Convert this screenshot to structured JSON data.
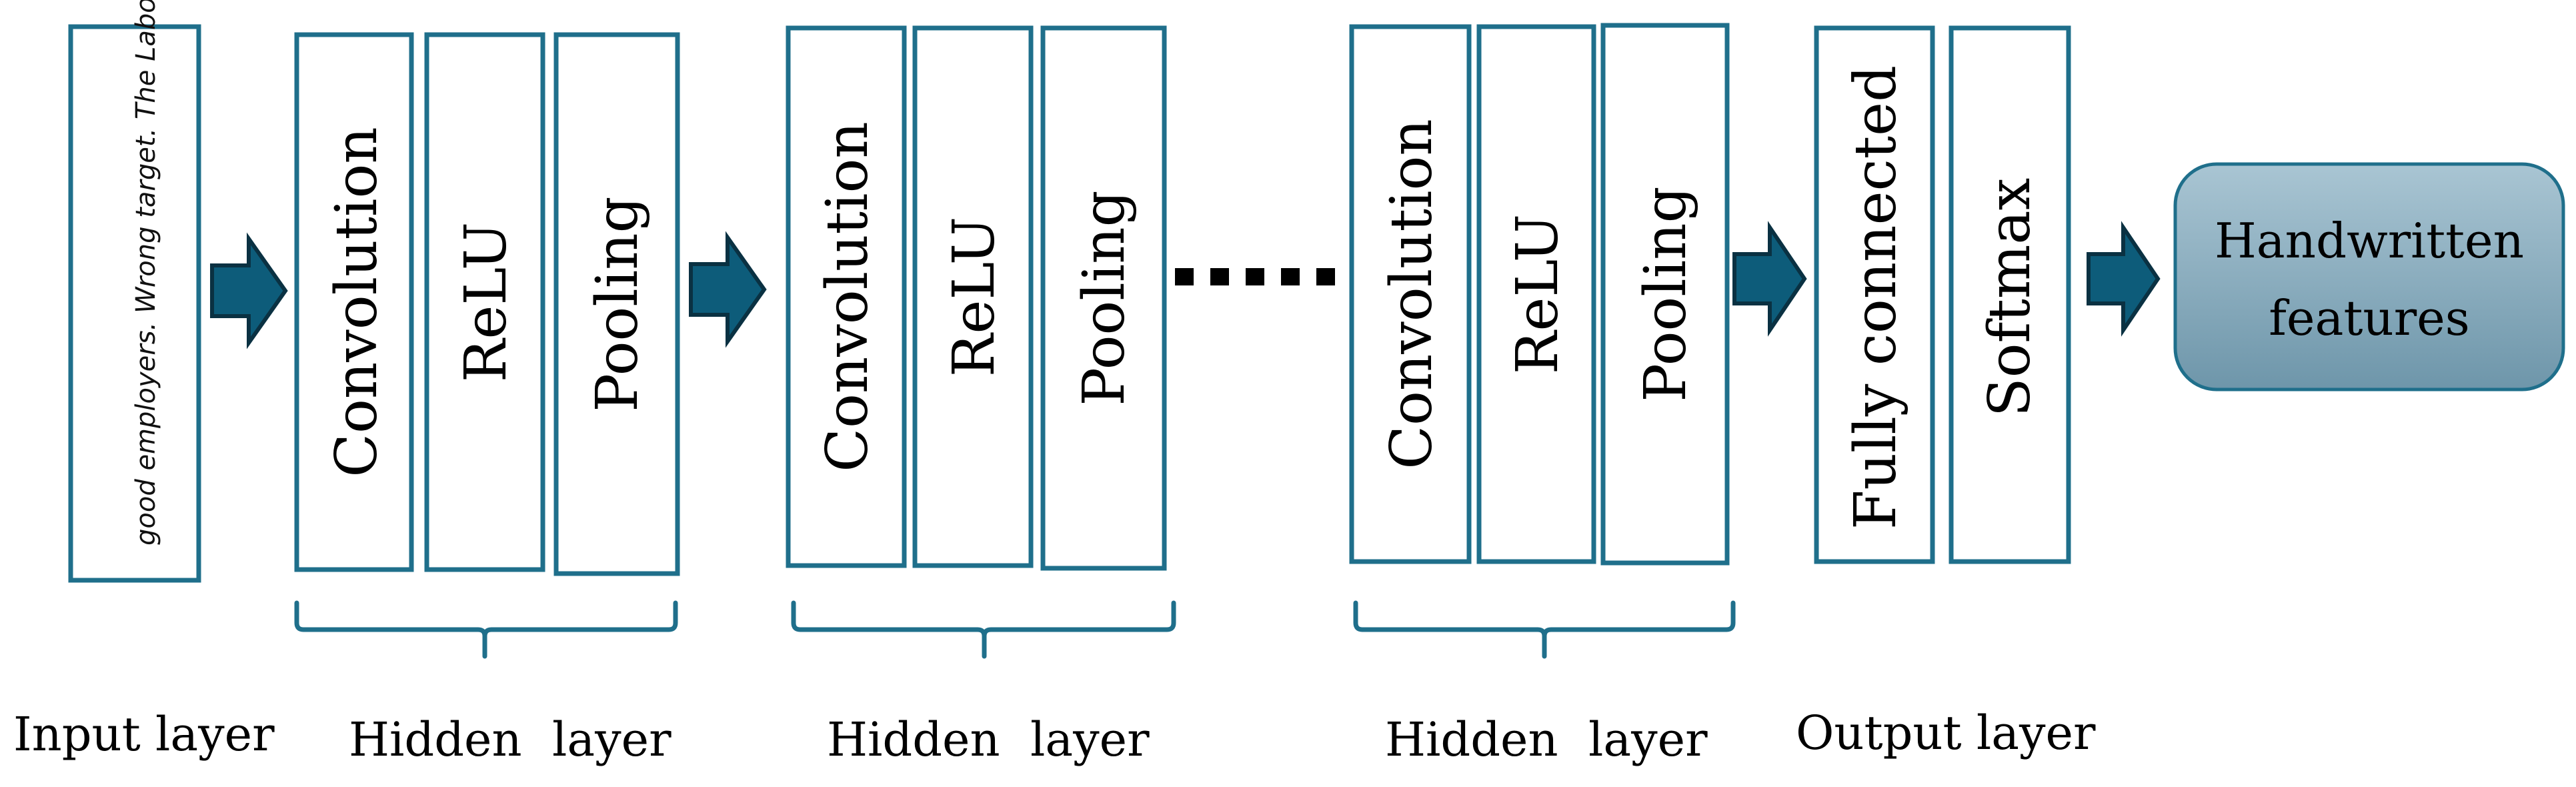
{
  "input": {
    "handwriting_sample": "good employers. Wrong target. The Labou",
    "caption": "Input layer"
  },
  "hidden_blocks": [
    {
      "convolution": "Convolution",
      "relu": "ReLU",
      "pooling": "Pooling",
      "caption_word1": "Hidden",
      "caption_word2": "layer"
    },
    {
      "convolution": "Convolution",
      "relu": "ReLU",
      "pooling": "Pooling",
      "caption_word1": "Hidden",
      "caption_word2": "layer"
    },
    {
      "convolution": "Convolution",
      "relu": "ReLU",
      "pooling": "Pooling",
      "caption_word1": "Hidden",
      "caption_word2": "layer"
    }
  ],
  "output": {
    "fully_connected": "Fully connected",
    "softmax": "Softmax",
    "caption": "Output layer"
  },
  "result": {
    "line1": "Handwritten",
    "line2": "features"
  },
  "colors": {
    "box_stroke": "#1f6f8b",
    "arrow_fill": "#0d5c7a",
    "result_fill_top": "#a8c4d2",
    "result_fill_bottom": "#6f97ab"
  }
}
